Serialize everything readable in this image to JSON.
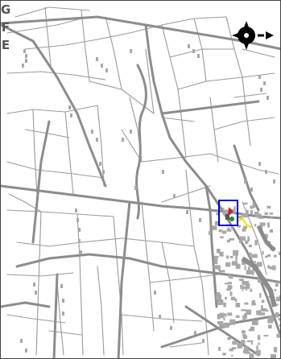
{
  "map": {
    "background": "#ffffff",
    "road_color": "#8c8c8c",
    "field_color": "#9a9a9a",
    "building_color": "#a8a8a8",
    "highlight_color": "#0000dd",
    "route_color": "#e8e600",
    "poi_colors": [
      "#cc2222",
      "#2a8a3a",
      "#555555"
    ],
    "compass": {
      "icon": "compass-rose-icon",
      "color": "#000000"
    },
    "side_label": {
      "chars": [
        "G",
        "F",
        "E"
      ]
    }
  }
}
